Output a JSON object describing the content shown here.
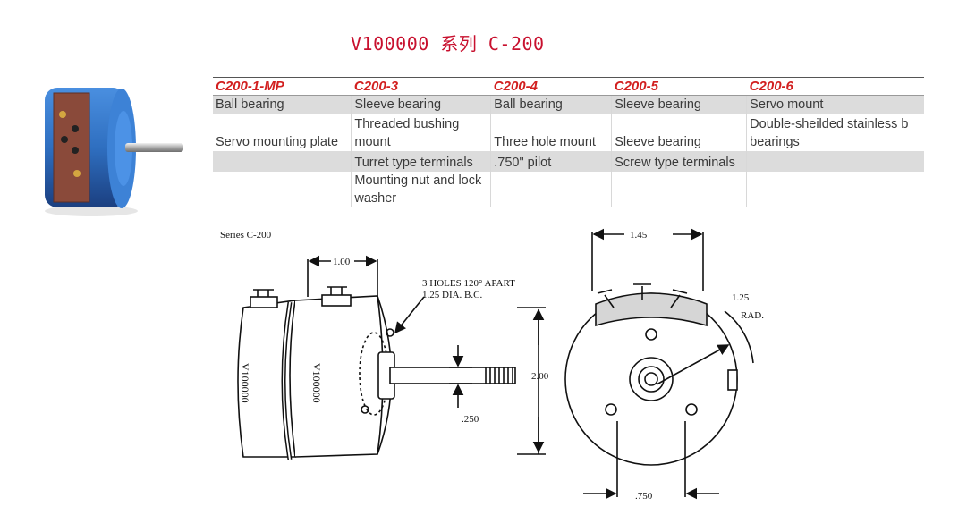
{
  "title": "V100000 系列 C-200",
  "table": {
    "headers": [
      "C200-1-MP",
      "C200-3",
      "C200-4",
      "C200-5",
      "C200-6"
    ],
    "rows": [
      [
        "Ball bearing",
        "Sleeve bearing",
        "Ball bearing",
        "Sleeve bearing",
        "Servo mount"
      ],
      [
        "Servo mounting plate",
        "Threaded bushing mount",
        "Three hole mount",
        "Sleeve bearing",
        "Double-sheilded stainless b bearings"
      ],
      [
        "",
        "Turret type terminals",
        ".750\" pilot",
        "Screw type terminals",
        ""
      ],
      [
        "",
        "Mounting nut and lock washer",
        "",
        "",
        ""
      ]
    ]
  },
  "drawing": {
    "series_label": "Series C-200",
    "dim_1_00": "1.00",
    "holes_note_line1": "3 HOLES 120° APART",
    "holes_note_line2": "1.25 DIA. B.C.",
    "dim_2_00": "2.00",
    "dim_250": ".250",
    "body_label_1": "V100000",
    "body_label_2": "V100000",
    "dim_1_45": "1.45",
    "dim_1_25": "1.25",
    "rad_label": "RAD.",
    "dim_750": ".750"
  },
  "colors": {
    "title": "#c8102e",
    "header": "#d21f1f",
    "shade": "#dcdcdc",
    "body_blue": "#2f6fc0",
    "body_brown": "#8a4a3a"
  }
}
